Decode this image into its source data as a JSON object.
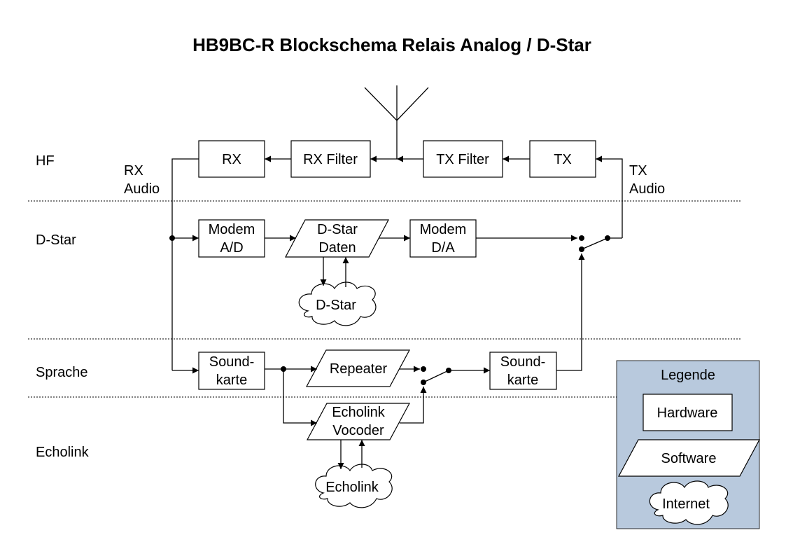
{
  "title": "HB9BC-R Blockschema Relais Analog / D-Star",
  "rows": {
    "hf": "HF",
    "dstar": "D-Star",
    "sprache": "Sprache",
    "echolink": "Echolink"
  },
  "signals": {
    "rx_audio": [
      "RX",
      "Audio"
    ],
    "tx_audio": [
      "TX",
      "Audio"
    ]
  },
  "blocks": {
    "rx": "RX",
    "rx_filter": "RX Filter",
    "tx_filter": "TX Filter",
    "tx": "TX",
    "modem_ad": [
      "Modem",
      "A/D"
    ],
    "dstar_daten": [
      "D-Star",
      "Daten"
    ],
    "modem_da": [
      "Modem",
      "D/A"
    ],
    "dstar_net": "D-Star",
    "soundkarte_in": [
      "Sound-",
      "karte"
    ],
    "repeater": "Repeater",
    "echolink_vocoder": [
      "Echolink",
      "Vocoder"
    ],
    "soundkarte_out": [
      "Sound-",
      "karte"
    ],
    "echolink_net": "Echolink"
  },
  "legend": {
    "title": "Legende",
    "hardware": "Hardware",
    "software": "Software",
    "internet": "Internet",
    "bg_color": "#b8c9dd"
  }
}
